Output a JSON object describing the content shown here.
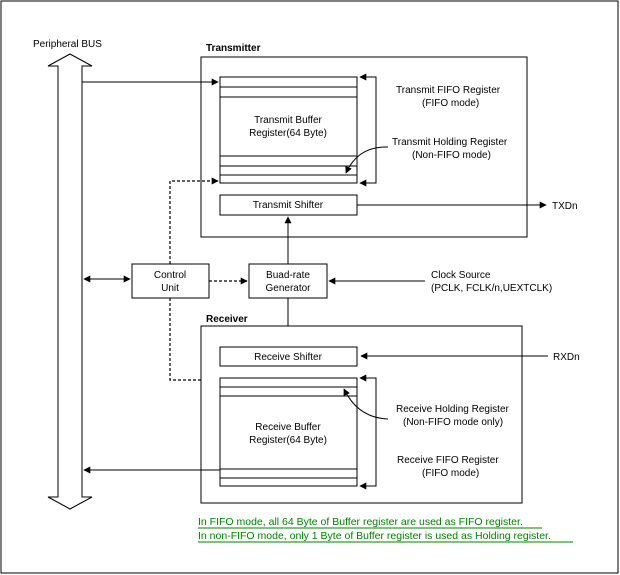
{
  "bus_label": "Peripheral BUS",
  "transmitter": {
    "title": "Transmitter",
    "buffer_line1": "Transmit Buffer",
    "buffer_line2": "Register(64 Byte)",
    "shifter": "Transmit Shifter",
    "fifo_reg_line1": "Transmit FIFO Register",
    "fifo_reg_line2": "(FIFO mode)",
    "holding_line1": "Transmit Holding Register",
    "holding_line2": "(Non-FIFO mode)",
    "output": "TXDn"
  },
  "control": {
    "line1": "Control",
    "line2": "Unit"
  },
  "baud": {
    "line1": "Buad-rate",
    "line2": "Generator"
  },
  "clock": {
    "line1": "Clock Source",
    "line2": "(PCLK, FCLK/n,UEXTCLK)"
  },
  "receiver": {
    "title": "Receiver",
    "shifter": "Receive Shifter",
    "input": "RXDn",
    "buffer_line1": "Receive Buffer",
    "buffer_line2": "Register(64 Byte)",
    "holding_line1": "Receive Holding Register",
    "holding_line2": "(Non-FIFO mode only)",
    "fifo_reg_line1": "Receive FIFO Register",
    "fifo_reg_line2": "(FIFO mode)"
  },
  "notes": {
    "line1": "In FIFO mode, all 64 Byte of Buffer register are used as FIFO register.",
    "line2": "In non-FIFO mode, only 1 Byte of Buffer register is used as Holding register."
  },
  "colors": {
    "note_text": "#008000",
    "line": "#000000"
  }
}
